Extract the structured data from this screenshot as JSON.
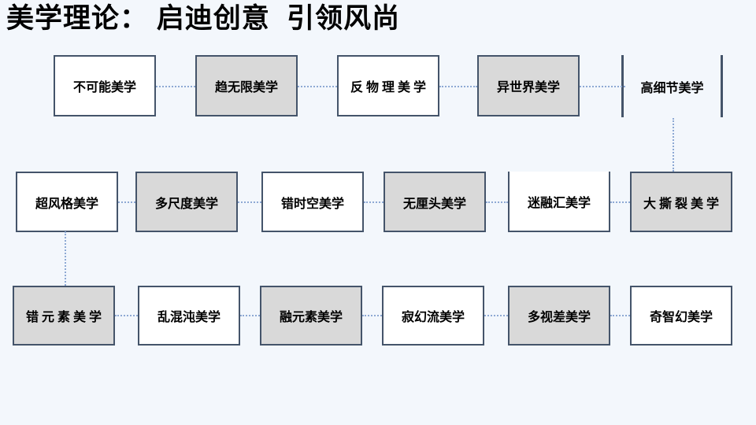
{
  "title": "美学理论： 启迪创意  引领风尚",
  "colors": {
    "background": "#f3f7fc",
    "box_border": "#44546a",
    "box_fill_gray": "#d9d9d9",
    "box_fill_white": "#ffffff",
    "connector": "#8ea9d4",
    "text": "#000000"
  },
  "rows": [
    {
      "items": [
        {
          "label": "不可能美学",
          "fill": "white",
          "border": "full"
        },
        {
          "label": "趋无限美学",
          "fill": "gray",
          "border": "full"
        },
        {
          "label": "反物理美学",
          "fill": "white",
          "border": "full",
          "spaced": true
        },
        {
          "label": "异世界美学",
          "fill": "gray",
          "border": "full"
        },
        {
          "label": "高细节美学",
          "fill": "none",
          "border": "sides-only"
        }
      ]
    },
    {
      "items": [
        {
          "label": "超风格美学",
          "fill": "white",
          "border": "full"
        },
        {
          "label": "多尺度美学",
          "fill": "gray",
          "border": "full"
        },
        {
          "label": "错时空美学",
          "fill": "white",
          "border": "full"
        },
        {
          "label": "无厘头美学",
          "fill": "gray",
          "border": "full"
        },
        {
          "label": "迷融汇美学",
          "fill": "white",
          "border": "no-top"
        },
        {
          "label": "大撕裂美学",
          "fill": "gray",
          "border": "full",
          "spaced": true
        }
      ]
    },
    {
      "items": [
        {
          "label": "错元素美学",
          "fill": "gray",
          "border": "full",
          "spaced": true
        },
        {
          "label": "乱混沌美学",
          "fill": "white",
          "border": "full"
        },
        {
          "label": "融元素美学",
          "fill": "gray",
          "border": "full"
        },
        {
          "label": "寂幻流美学",
          "fill": "white",
          "border": "full"
        },
        {
          "label": "多视差美学",
          "fill": "gray",
          "border": "full"
        },
        {
          "label": "奇智幻美学",
          "fill": "white",
          "border": "full"
        }
      ]
    }
  ]
}
